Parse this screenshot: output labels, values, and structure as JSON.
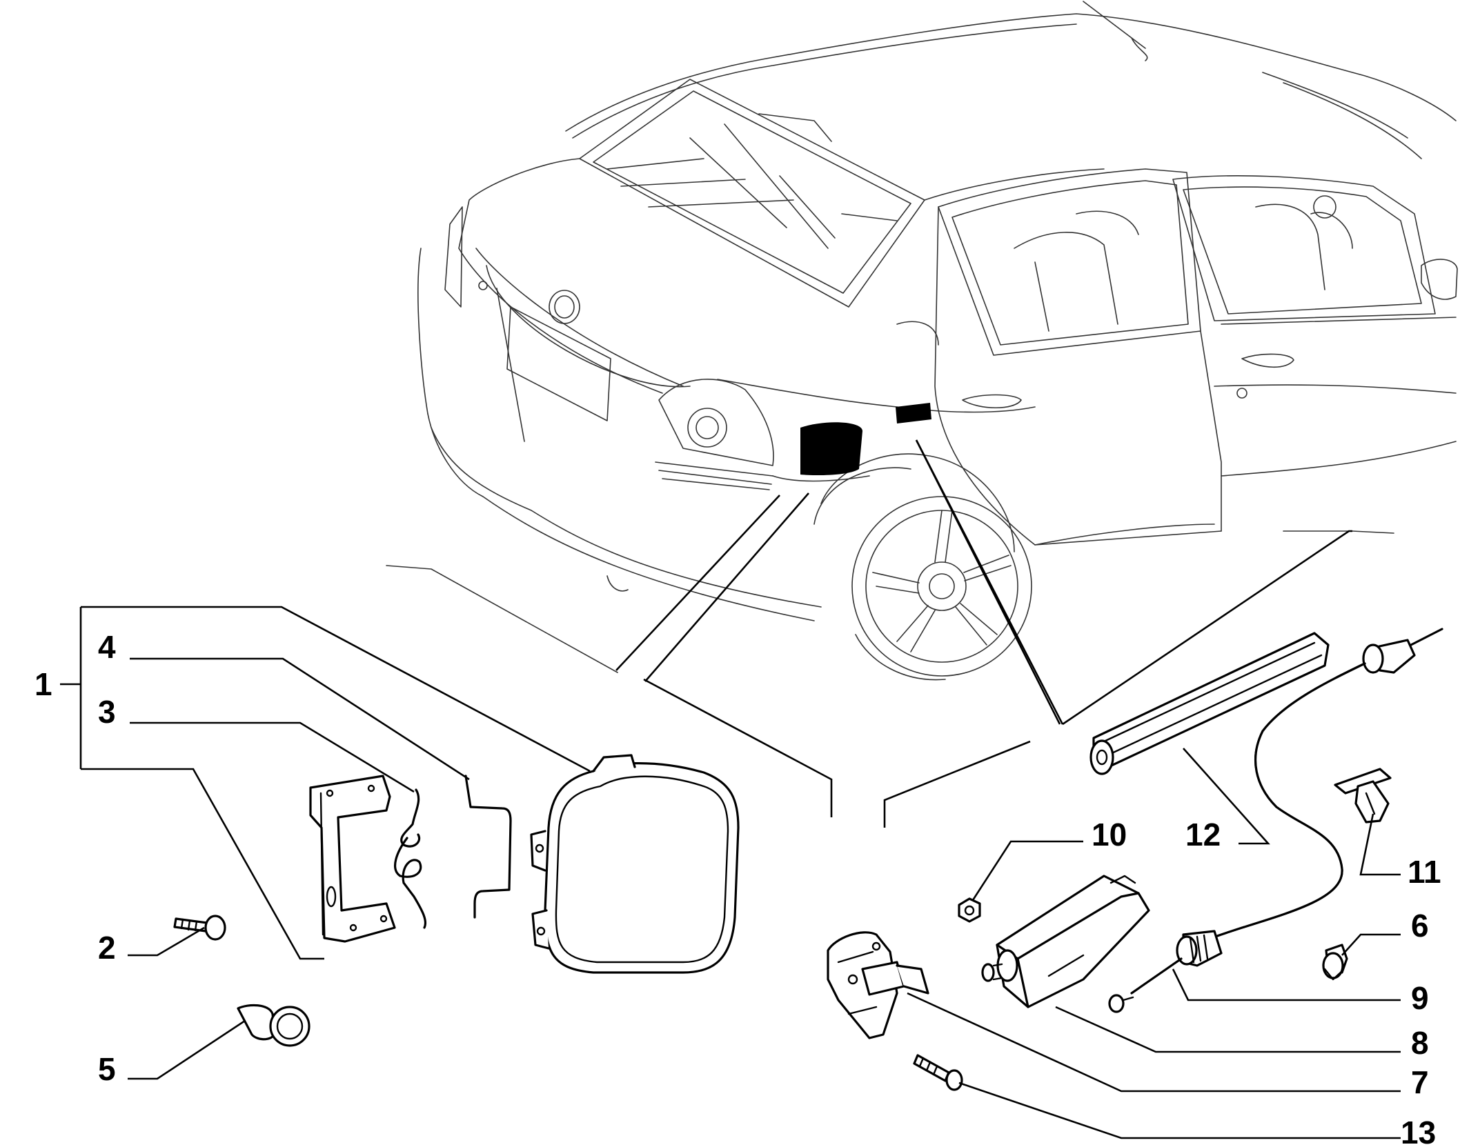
{
  "callouts": [
    {
      "id": "c1",
      "text": "1"
    },
    {
      "id": "c2",
      "text": "2"
    },
    {
      "id": "c3",
      "text": "3"
    },
    {
      "id": "c4",
      "text": "4"
    },
    {
      "id": "c5",
      "text": "5"
    },
    {
      "id": "c6",
      "text": "6"
    },
    {
      "id": "c7",
      "text": "7"
    },
    {
      "id": "c8",
      "text": "8"
    },
    {
      "id": "c9",
      "text": "9"
    },
    {
      "id": "c10",
      "text": "10"
    },
    {
      "id": "c11",
      "text": "11"
    },
    {
      "id": "c12",
      "text": "12"
    },
    {
      "id": "c13",
      "text": "13"
    }
  ],
  "colors": {
    "line": "#000000",
    "background": "#ffffff",
    "highlight": "#000000"
  }
}
